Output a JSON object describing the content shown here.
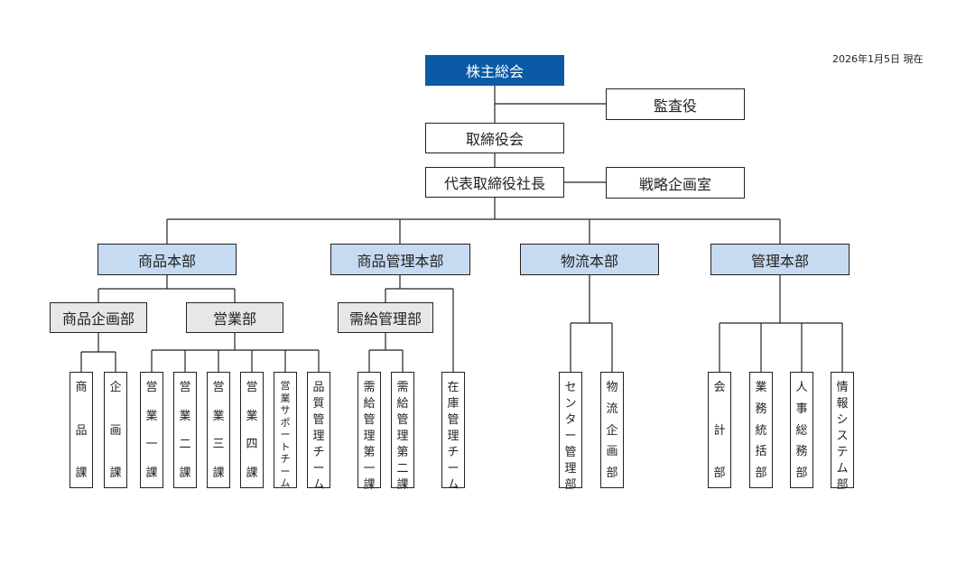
{
  "date_label": "2026年1月5日 現在",
  "top": {
    "shareholders": "株主総会",
    "auditor": "監査役",
    "board": "取締役会",
    "president": "代表取締役社長",
    "strategy": "戦略企画室"
  },
  "divisions": {
    "product": "商品本部",
    "product_mgmt": "商品管理本部",
    "logistics": "物流本部",
    "admin": "管理本部"
  },
  "departments": {
    "product_planning": "商品企画部",
    "sales": "営業部",
    "supply_demand": "需給管理部"
  },
  "units": {
    "product_section": "商品課",
    "planning_section": "企画課",
    "sales1": "営業一課",
    "sales2": "営業二課",
    "sales3": "営業三課",
    "sales4": "営業四課",
    "sales_support": "営業サポートチーム",
    "quality_team": "品質管理チーム",
    "sd1": "需給管理第一課",
    "sd2": "需給管理第二課",
    "warehouse_team": "在庫管理チーム",
    "center_mgmt": "センター管理部",
    "logistics_planning": "物流企画部",
    "accounting": "会計部",
    "business_ops": "業務統括部",
    "hr_general": "人事総務部",
    "info_systems": "情報システム部"
  }
}
